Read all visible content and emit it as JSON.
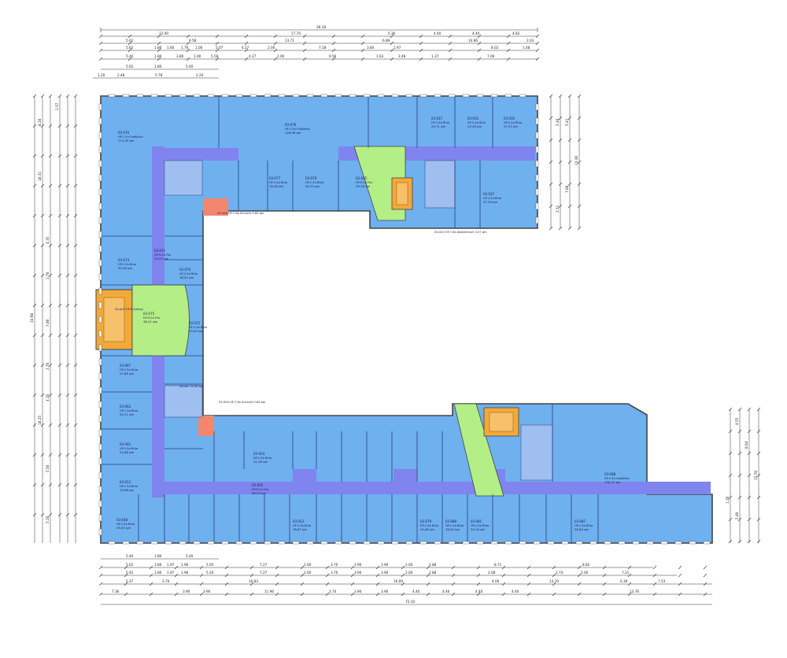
{
  "drawing": {
    "overall_dims": {
      "top": "30.18",
      "bottom": "72.10"
    },
    "top_rows": [
      [
        "12.40",
        "17.70",
        "5.36",
        "4.40",
        "4.40",
        "4.82"
      ],
      [
        "5.62",
        "9.58",
        "13.71",
        "6.89",
        "14.86",
        "2.63"
      ],
      [
        "5.62",
        "1.80",
        "1.60",
        "1.76",
        "1.00",
        "5.07",
        "4.27",
        "2.00",
        "7.18",
        "3.84",
        "1.97",
        "8.02",
        "1.48"
      ],
      [
        "5.40",
        "1.80",
        "3.80",
        "1.00",
        "5.58",
        "4.27",
        "2.00",
        "9.56",
        "1.63",
        "2.48",
        "1.37",
        "7.00"
      ],
      [
        "5.62",
        "1.80",
        "5.40"
      ],
      [
        "1.20",
        "2.48",
        "5.78",
        "2.24"
      ]
    ],
    "bottom_rows": [
      [
        "5.40",
        "1.80",
        "5.40"
      ],
      [
        "5.62",
        "1.80",
        "1.97",
        "1.96",
        "5.05",
        "7.27",
        "2.00",
        "3.70",
        "3.90",
        "3.90",
        "2.00",
        "2.88",
        "8.71",
        "8.82"
      ],
      [
        "5.45",
        "1.80",
        "1.97",
        "1.96",
        "5.20",
        "7.27",
        "2.00",
        "3.70",
        "3.90",
        "3.90",
        "2.00",
        "2.88",
        "2.08",
        "2.74",
        "2.00",
        "7.21"
      ],
      [
        "5.37",
        "3.70",
        "16.83",
        "16.09",
        "4.00",
        "13.70",
        "6.39",
        "7.53"
      ],
      [
        "7.36",
        "3.90",
        "3.90",
        "11.96",
        "3.70",
        "3.90",
        "3.90",
        "4.40",
        "4.40",
        "4.40",
        "4.40",
        "13.76"
      ]
    ],
    "left_col": [
      "8.20",
      "2.57",
      "18.31",
      "33.98",
      "4.35",
      "2.70",
      "7.00",
      "2.70",
      "18.25",
      "4.35",
      "5.50",
      "5.20"
    ],
    "right_col_upper": [
      "5.41",
      "5.40",
      "13.30",
      "7.00",
      "2.51"
    ],
    "right_col_lower": [
      "4.55",
      "8.04",
      "15.70",
      "5.40",
      "1.20"
    ]
  },
  "rooms": [
    {
      "id": "03-076",
      "use": "HF:1-5a Großbüro",
      "area": "174,93 qm"
    },
    {
      "id": "03-078",
      "use": "HF:1-5a Großbüro",
      "area": "128,96 qm"
    },
    {
      "id": "03-027",
      "use": "HF:1-5a Büro",
      "area": "24,71 qm"
    },
    {
      "id": "03-031",
      "use": "HF:1-5a Büro",
      "area": "24,26 qm"
    },
    {
      "id": "03-035",
      "use": "HF:1-5a Büro",
      "area": "27,23 qm"
    },
    {
      "id": "03-077",
      "use": "HF:1-5a Büro",
      "area": "18,48 qm"
    },
    {
      "id": "03-079",
      "use": "HF:1-5a Büro",
      "area": "44,24 qm"
    },
    {
      "id": "03-025",
      "use": "HF:9-2a Flur",
      "area": "29,18 qm"
    },
    {
      "id": "03-037",
      "use": "HF:1-5a Büro",
      "area": "37,26 qm"
    },
    {
      "id": "03-071",
      "use": "HF:9-2a Flur",
      "area": "23,93 qm"
    },
    {
      "id": "03-073",
      "use": "HF:1-5a Büro",
      "area": "30,48 qm"
    },
    {
      "id": "03-070",
      "use": "HF:1-5a Büro",
      "area": "18,05 qm"
    },
    {
      "id": "03-075",
      "use": "HF:9-2a Flur",
      "area": "48,41 qm"
    },
    {
      "id": "03-072",
      "use": "HF:1-5a Büro",
      "area": "43,80 qm"
    },
    {
      "id": "03-067",
      "use": "HF:1-5a Büro",
      "area": "27,88 qm"
    },
    {
      "id": "03-063",
      "use": "HF:1-5a Büro",
      "area": "24,71 qm"
    },
    {
      "id": "03-061",
      "use": "HF:1-5a Büro",
      "area": "24,88 qm"
    },
    {
      "id": "03-013",
      "use": "HF:1-5a Büro",
      "area": "24,66 qm"
    },
    {
      "id": "03-048",
      "use": "HF:1-5a Büro",
      "area": "35,03 qm"
    },
    {
      "id": "03-054",
      "use": "HF:1-5a Büro",
      "area": "41,26 qm"
    },
    {
      "id": "03-055",
      "use": "HF:9-2a Flur",
      "area": "68,05 qm"
    },
    {
      "id": "03-088",
      "use": "HF:1-5a Großbüro",
      "area": "156,37 qm"
    },
    {
      "id": "03-087",
      "use": "HF:1-5a Büro",
      "area": "26,84 qm"
    },
    {
      "id": "03-081",
      "use": "HF:1-5a Büro",
      "area": "24,16 qm"
    },
    {
      "id": "03-080",
      "use": "HF:1-5a Büro",
      "area": "18,59 qm"
    },
    {
      "id": "03-079",
      "use": "HF:1-5a Büro",
      "area": "24,66 qm"
    },
    {
      "id": "03-052",
      "use": "HF:1-5a Büro",
      "area": "16,67 qm"
    }
  ],
  "labels": {
    "schacht_upper": "03-03A HF:7-6a Schacht 5,64 qm",
    "schacht_lower": "03-05A HF:7-6a Schacht 5,64 qm",
    "abstellraum": "03-024 HF:7-6a Abstellraum 3,47 qm",
    "aufzug_west": "03-AUF HF:6 Aufzug",
    "server": "Server 15,39 qm"
  },
  "colors": {
    "office": "#6fb0ef",
    "corridor": "#7f84ef",
    "stair": "#f2a93a",
    "lobby": "#b4ee86",
    "shaft": "#f2876e",
    "wc": "#9fbff0",
    "wall": "#444444"
  }
}
